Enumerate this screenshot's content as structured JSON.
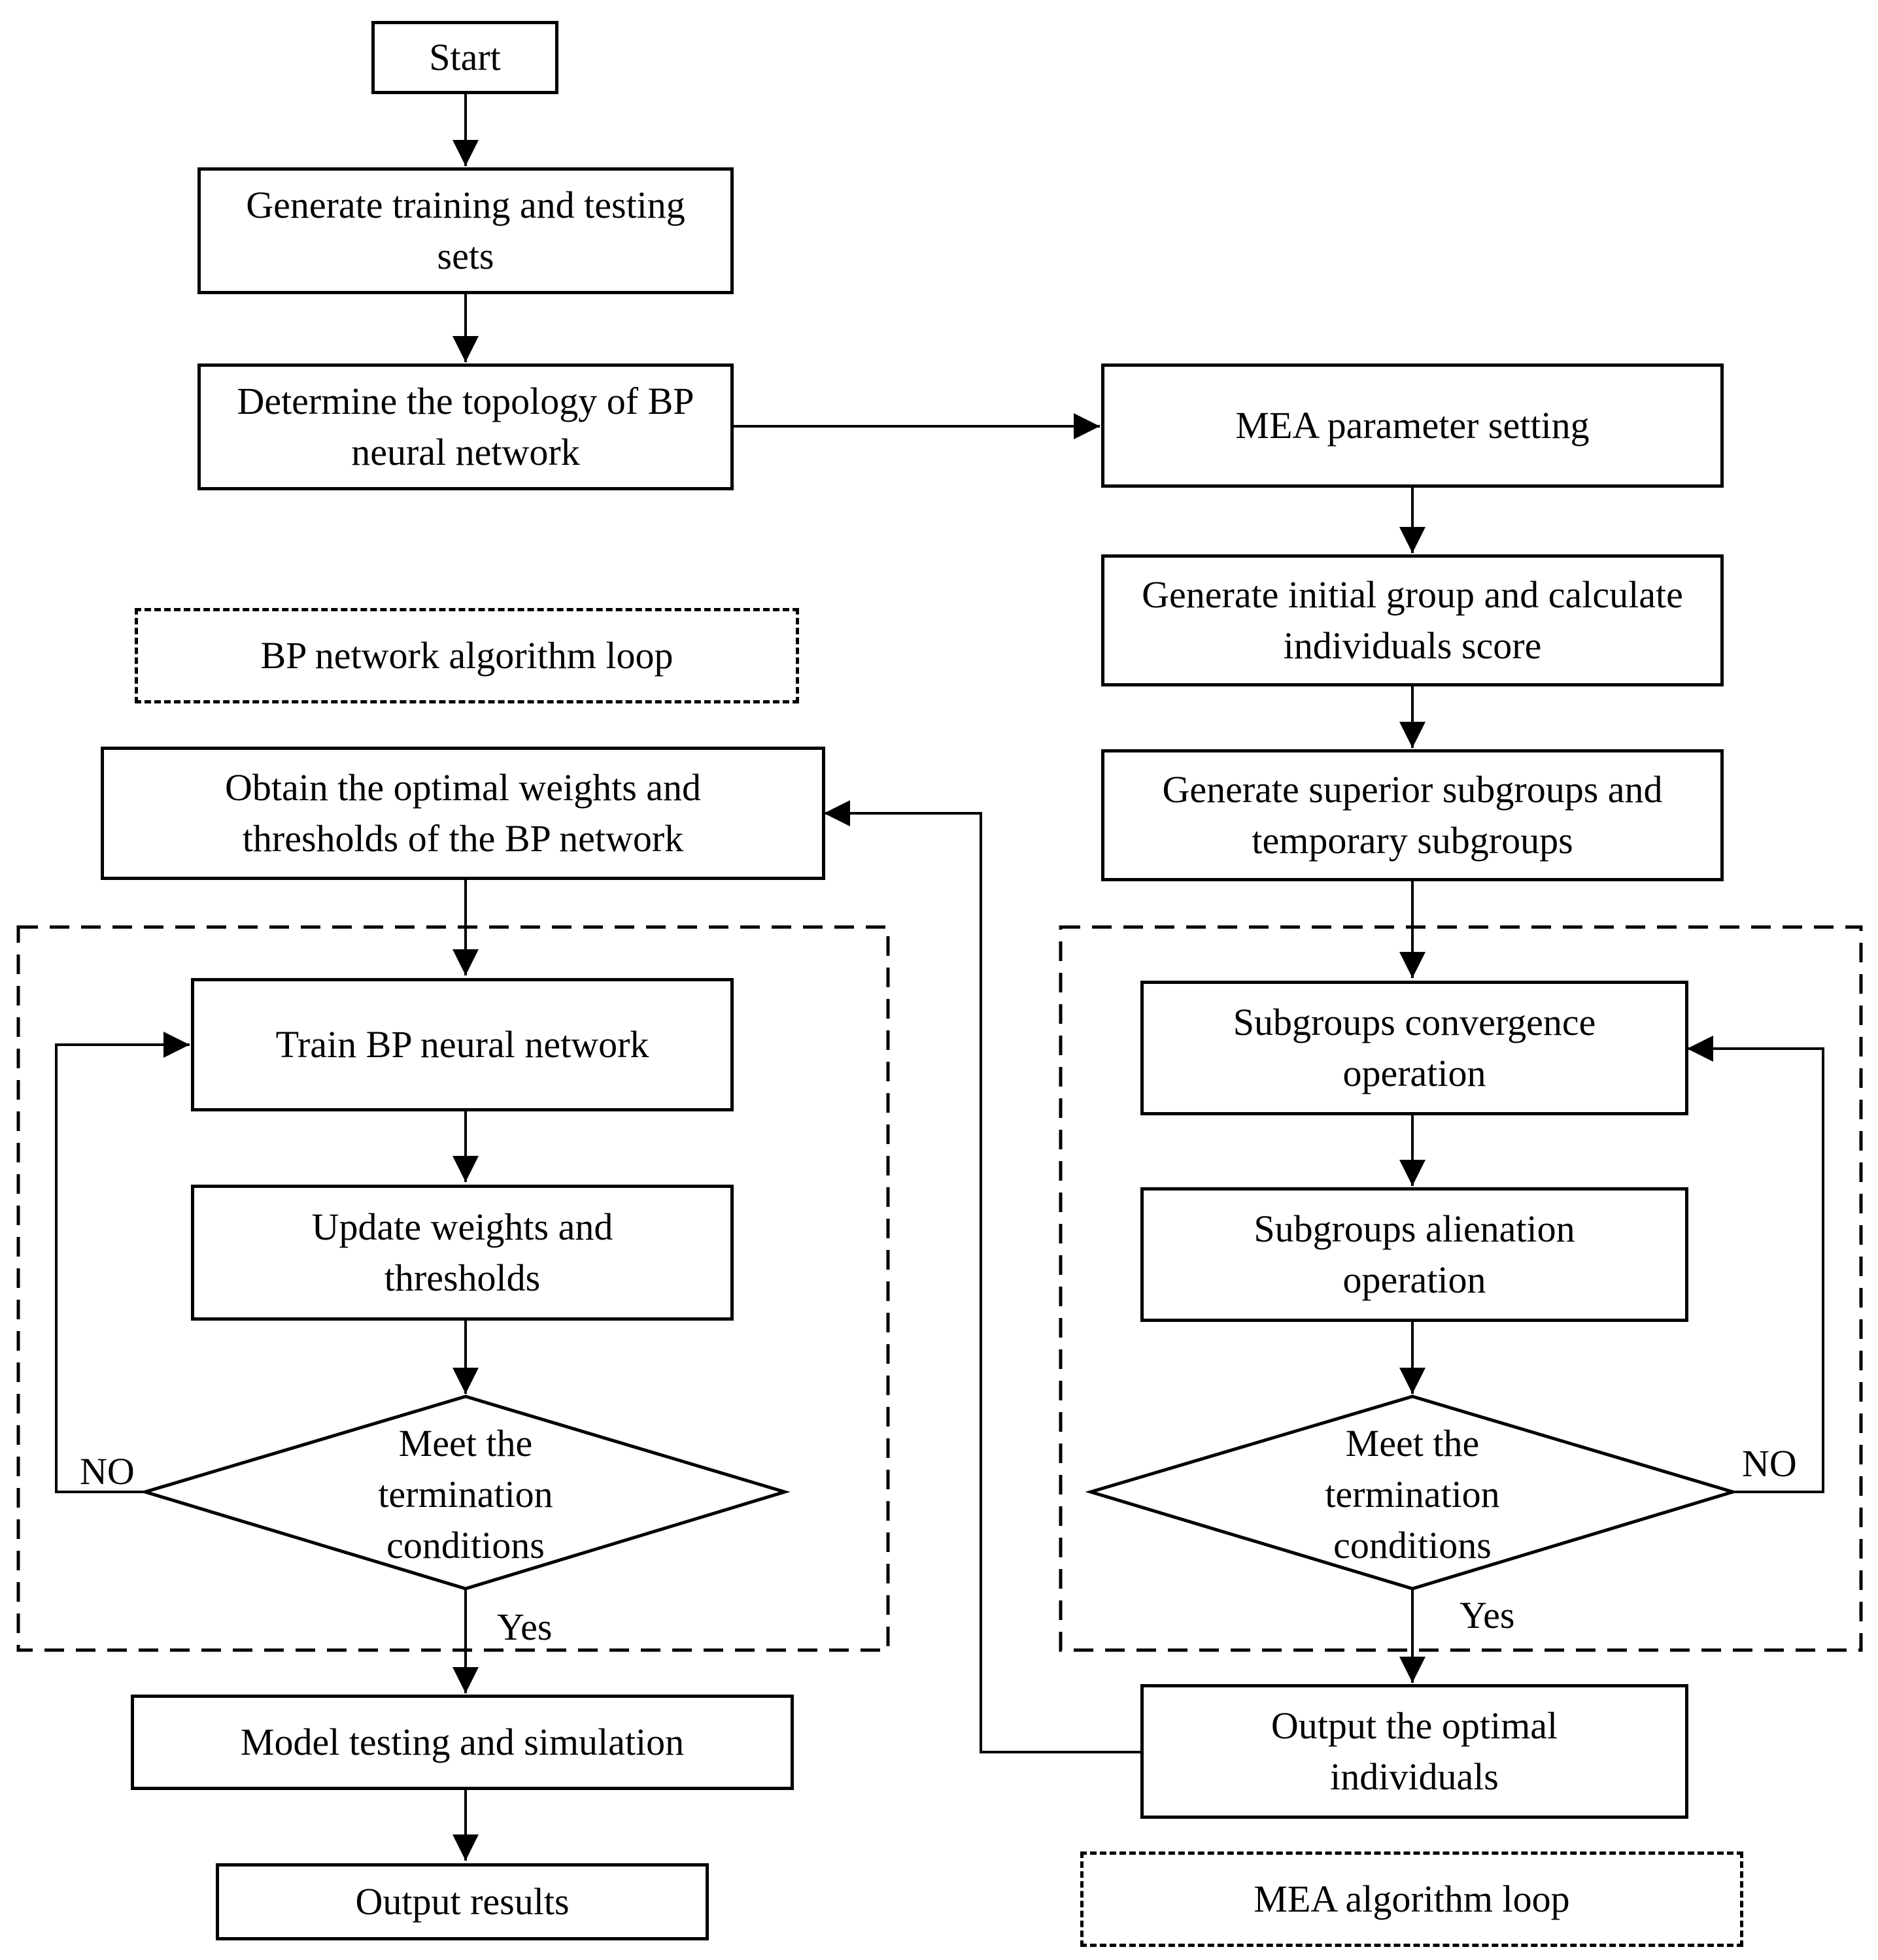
{
  "nodes": {
    "start": "Start",
    "generate_sets": "Generate training and testing sets",
    "determine_topology": "Determine the topology of BP neural network",
    "bp_loop_label": "BP network algorithm loop",
    "obtain_optimal": "Obtain the optimal weights and thresholds of the BP network",
    "train_bp": "Train BP neural network",
    "update_weights": "Update weights and thresholds",
    "bp_termination": "Meet the termination conditions",
    "model_testing": "Model testing and simulation",
    "output_results": "Output results",
    "mea_param": "MEA parameter setting",
    "generate_initial": "Generate initial group and calculate individuals score",
    "generate_superior": "Generate superior subgroups and temporary subgroups",
    "convergence": "Subgroups convergence operation",
    "alienation": "Subgroups alienation operation",
    "mea_termination": "Meet the termination conditions",
    "output_optimal": "Output the optimal individuals",
    "mea_loop_label": "MEA algorithm loop"
  },
  "edge_labels": {
    "bp_no": "NO",
    "bp_yes": "Yes",
    "mea_no": "NO",
    "mea_yes": "Yes"
  }
}
